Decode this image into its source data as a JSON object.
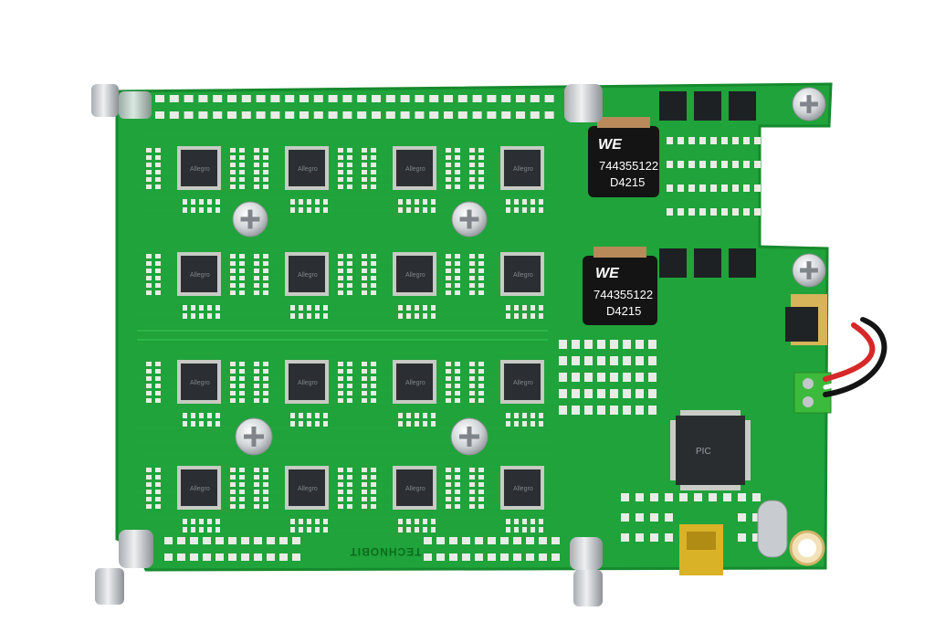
{
  "photo": {
    "subject": "green printed circuit board",
    "colors": {
      "background": "#ffffff",
      "board": "#1fa33a",
      "board_dark": "#168a2e",
      "trace": "#2cb548",
      "pad": "#e9ece6",
      "chip": "#2b2f33",
      "inductor": "#141414",
      "connector": "#3cba3c",
      "usb": "#d9b227"
    }
  },
  "inductors": [
    {
      "brand": "WE",
      "part_number": "744355122",
      "date_code": "D4215"
    },
    {
      "brand": "WE",
      "part_number": "744355122",
      "date_code": "D4215"
    }
  ],
  "chip_marking": "Allegro",
  "mcu_marking": "PIC",
  "silkscreen": {
    "board_brand": "TECHNOBIT"
  }
}
